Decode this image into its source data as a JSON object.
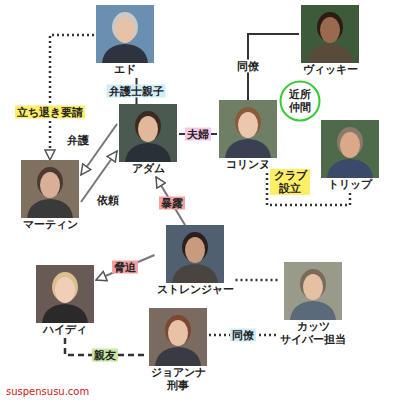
{
  "diagram": {
    "nodes": [
      {
        "text": [
          "エド"
        ]
      },
      {
        "text": [
          "ヴィッキー"
        ]
      },
      {
        "text": [
          "アダム"
        ]
      },
      {
        "text": [
          "コリンヌ"
        ]
      },
      {
        "text": [
          "近所仲間"
        ]
      },
      {
        "text": [
          "トリップ"
        ]
      },
      {
        "text": [
          "マーティン"
        ]
      },
      {
        "text": [
          "ストレンジャー"
        ]
      },
      {
        "text": [
          "ハイディ"
        ]
      },
      {
        "text": [
          "カッツ",
          "サイバー担当"
        ]
      },
      {
        "text": [
          "ジョアンナ",
          "刑事"
        ]
      }
    ],
    "edges": [
      {
        "from": 0,
        "to": 6,
        "arrow": "to",
        "label": "立ち退き要請"
      },
      {
        "from": 0,
        "to": 2,
        "arrow": "none",
        "label": "弁護士親子"
      },
      {
        "from": 2,
        "to": 6,
        "arrow": "to",
        "label": "弁護"
      },
      {
        "from": 6,
        "to": 2,
        "arrow": "to",
        "label": "依頼"
      },
      {
        "from": 2,
        "to": 3,
        "arrow": "none",
        "label": "夫婦"
      },
      {
        "from": 3,
        "to": 1,
        "arrow": "none",
        "label": "同僚"
      },
      {
        "from": 3,
        "to": 5,
        "arrow": "none",
        "label": "クラブ設立"
      },
      {
        "from": 7,
        "to": 2,
        "arrow": "to",
        "label": "暴露"
      },
      {
        "from": 7,
        "to": 8,
        "arrow": "to",
        "label": "脅迫"
      },
      {
        "from": 8,
        "to": 10,
        "arrow": "none",
        "label": "親友"
      },
      {
        "from": 10,
        "to": 9,
        "arrow": "none",
        "label": "同僚"
      },
      {
        "from": 7,
        "to": 9,
        "arrow": "none"
      }
    ],
    "labels": [
      "suspensusu.com"
    ]
  }
}
